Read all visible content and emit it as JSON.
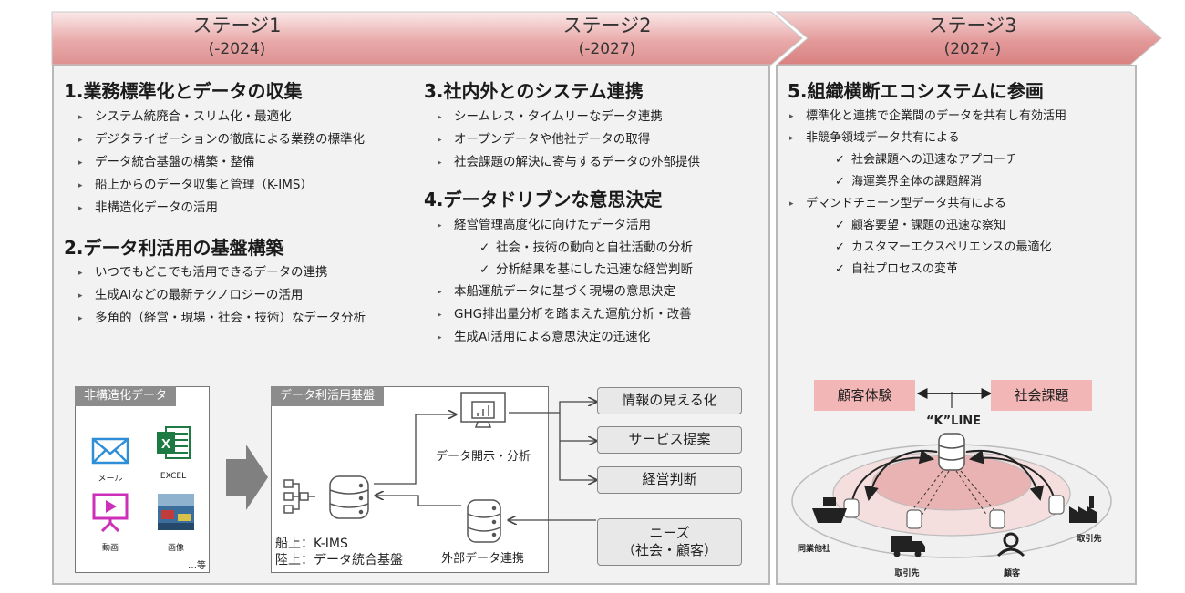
{
  "stages": [
    {
      "title": "ステージ1",
      "period": "(-2024)"
    },
    {
      "title": "ステージ2",
      "period": "(-2027)"
    },
    {
      "title": "ステージ3",
      "period": "(2027-)"
    }
  ],
  "sections": {
    "s1": {
      "title": "1.業務標準化とデータの収集",
      "items": [
        "システム統廃合・スリム化・最適化",
        "デジタライゼーションの徹底による業務の標準化",
        "データ統合基盤の構築・整備",
        "船上からのデータ収集と管理（K-IMS）",
        "非構造化データの活用"
      ]
    },
    "s2": {
      "title": "2.データ利活用の基盤構築",
      "items": [
        "いつでもどこでも活用できるデータの連携",
        "生成AIなどの最新テクノロジーの活用",
        "多角的（経営・現場・社会・技術）なデータ分析"
      ]
    },
    "s3": {
      "title": "3.社内外とのシステム連携",
      "items": [
        "シームレス・タイムリーなデータ連携",
        "オープンデータや他社データの取得",
        "社会課題の解決に寄与するデータの外部提供"
      ]
    },
    "s4": {
      "title": "4.データドリブンな意思決定",
      "item1": "経営管理高度化に向けたデータ活用",
      "checks": [
        "社会・技術の動向と自社活動の分析",
        "分析結果を基にした迅速な経営判断"
      ],
      "items": [
        "本船運航データに基づく現場の意思決定",
        "GHG排出量分析を踏まえた運航分析・改善",
        "生成AI活用による意思決定の迅速化"
      ]
    },
    "s5": {
      "title": "5.組織横断エコシステムに参画",
      "item1": "標準化と連携で企業間のデータを共有し有効活用",
      "item2": "非競争領域データ共有による",
      "checks1": [
        "社会課題への迅速なアプローチ",
        "海運業界全体の課題解消"
      ],
      "item3": "デマンドチェーン型データ共有による",
      "checks2": [
        "顧客要望・課題の迅速な察知",
        "カスタマーエクスペリエンスの最適化",
        "自社プロセスの変革"
      ]
    }
  },
  "diagram": {
    "unstructured_label": "非構造化データ",
    "mail": "メール",
    "excel": "EXCEL",
    "excel_glyph": "X",
    "video": "動画",
    "image": "画像",
    "etc": "…等",
    "platform_label": "データ利活用基盤",
    "onboard": "船上：K-IMS",
    "land": "陸上：データ統合基盤",
    "analysis": "データ開示・分析",
    "external": "外部データ連携",
    "outputs": [
      "情報の見える化",
      "サービス提案",
      "経営判断"
    ],
    "needs_line1": "ニーズ",
    "needs_line2": "（社会・顧客）"
  },
  "ecosystem": {
    "cx": "顧客体験",
    "social": "社会課題",
    "kline": "“K”LINE",
    "peer": "同業他社",
    "partner_right": "取引先",
    "partner_bottom": "取引先",
    "customer": "顧客"
  },
  "colors": {
    "stage_band": "#e7a0a0",
    "accent_pink": "#f3b6b6",
    "panel_bg": "#f2f2f2"
  }
}
